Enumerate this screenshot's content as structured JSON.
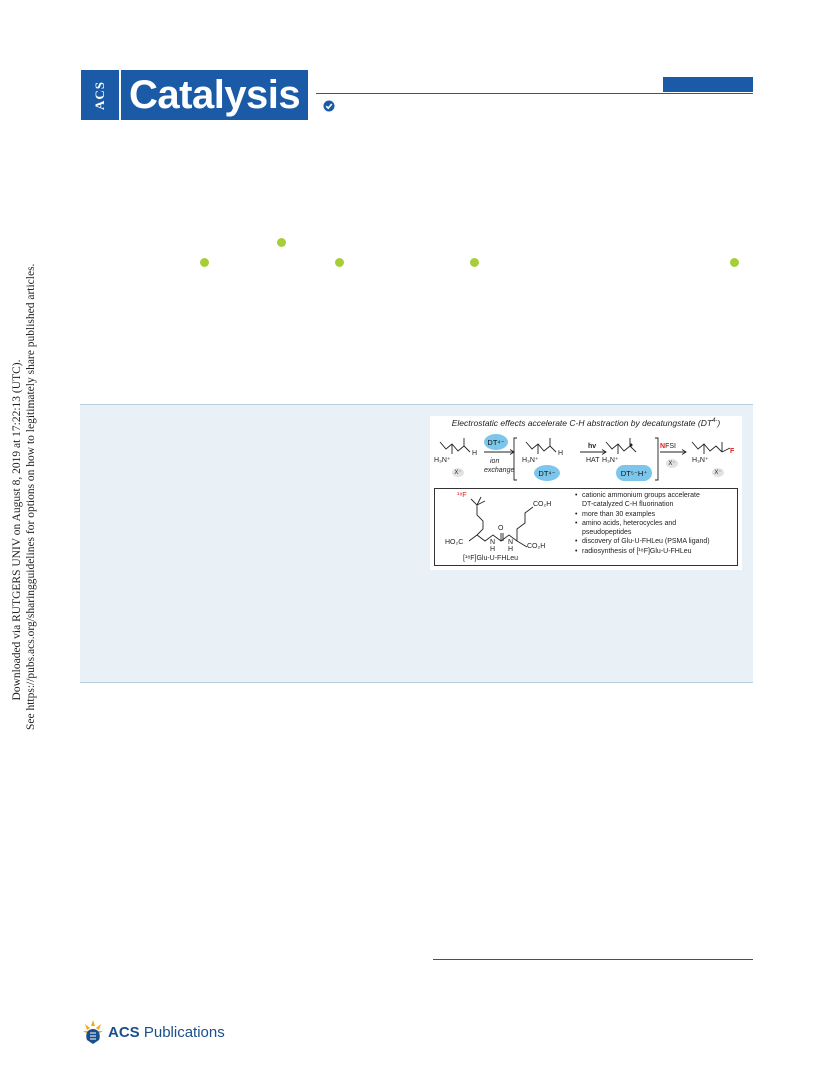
{
  "journal": {
    "logo_abbrev": "ACS",
    "logo_name": "Catalysis",
    "brand_color": "#1a5aa6"
  },
  "sidebar": {
    "line1": "Downloaded via RUTGERS UNIV on August 8, 2019 at 17:22:13 (UTC).",
    "line2": "See https://pubs.acs.org/sharingguidelines for options on how to legitimately share published articles."
  },
  "toc_graphic": {
    "title": "Electrostatic effects accelerate C-H abstraction by decatungstate (DT",
    "title_sup": "4-",
    "title_end": ")",
    "labels": {
      "h3n_1": "H₃N⁺",
      "x_1": "X⁻",
      "dt4": "DT⁴⁻",
      "ion": "ion",
      "exchange": "exchange",
      "h3n_2": "H₃N⁺",
      "dt4_2": "DT⁴⁻",
      "hv": "hv",
      "hat": "HAT",
      "h3n_3": "H₃N⁺",
      "dt5": "DT⁵⁻H⁺",
      "nfsi_n": "N",
      "nfsi_fsi": "FSI",
      "x_2": "X⁻",
      "h3n_4": "H₃N⁺",
      "x_3": "X⁻",
      "f": "F",
      "h_1": "H",
      "h_2": "H",
      "f18": "¹⁸F",
      "co2h_1": "CO₂H",
      "ho2c": "HO₂C",
      "co2h_2": "CO₂H",
      "o": "O",
      "nh_1": "N",
      "nh_1h": "H",
      "nh_2": "N",
      "nh_2h": "H",
      "name": "[¹⁸F]Glu-U-FHLeu"
    },
    "bullets": [
      "cationic ammonium groups accelerate",
      "DT-catalyzed C-H fluorination",
      "more than 30 examples",
      "amino acids, heterocycles and",
      "pseudopeptides",
      "discovery of Glu-U-FHLeu (PSMA ligand)",
      "radiosynthesis of [¹⁸F]Glu-U-FHLeu"
    ]
  },
  "footer": {
    "publisher_a": "ACS",
    "publisher_b": "Publications"
  }
}
